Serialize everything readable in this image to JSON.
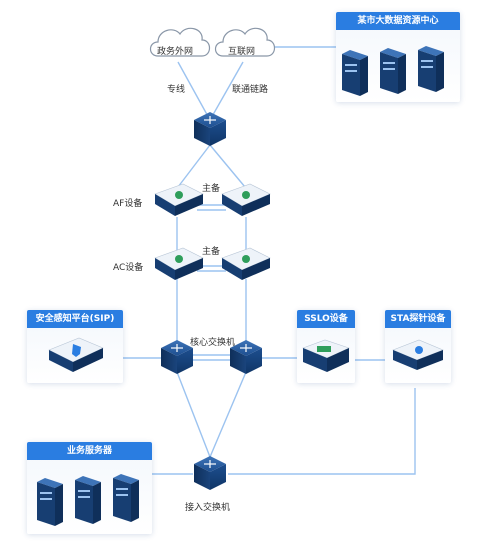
{
  "clouds": {
    "gov": "政务外网",
    "internet": "互联网"
  },
  "links": {
    "dedicated": "专线",
    "internet_link": "联通链路"
  },
  "datacenter": {
    "title": "某市大数据资源中心"
  },
  "af": {
    "label": "AF设备",
    "mode": "主备"
  },
  "ac": {
    "label": "AC设备",
    "mode": "主备"
  },
  "sip": {
    "title": "安全感知平台(SIP)"
  },
  "core_switch": {
    "label": "核心交换机"
  },
  "sslo": {
    "title": "SSLO设备"
  },
  "sta": {
    "title": "STA探针设备"
  },
  "business": {
    "title": "业务服务器"
  },
  "access_switch": {
    "label": "接入交换机"
  },
  "colors": {
    "accent": "#2a7de1",
    "line": "#9cc3f0",
    "device_dark": "#153e73",
    "device_light": "#e7eef7"
  }
}
